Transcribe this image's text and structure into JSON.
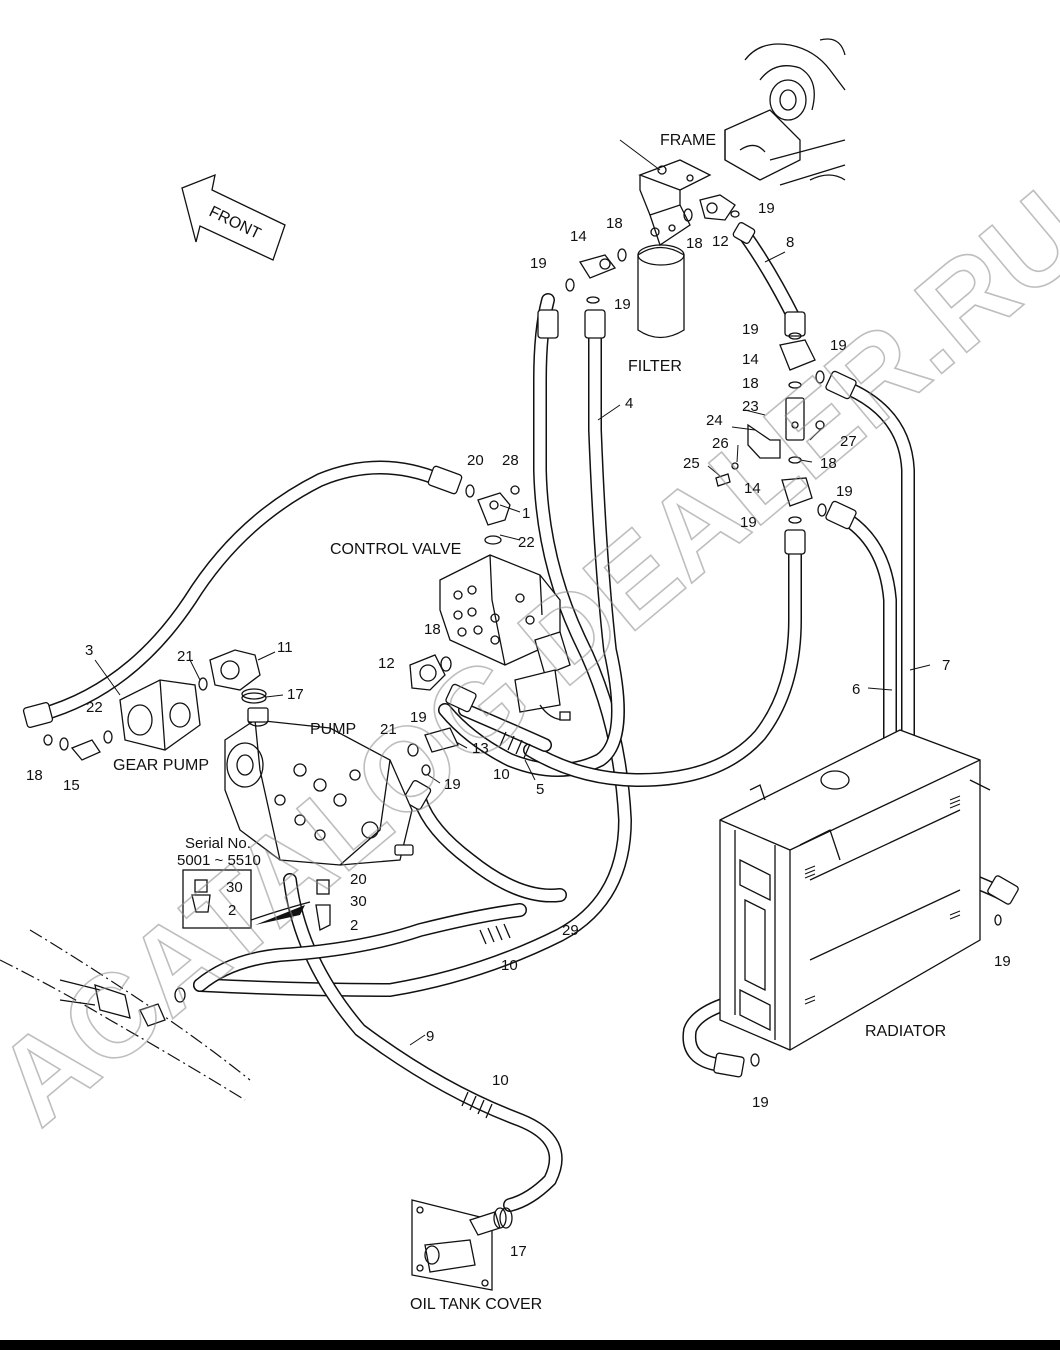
{
  "labels": {
    "frame": "FRAME",
    "front": "FRONT",
    "filter": "FILTER",
    "control_valve": "CONTROL VALVE",
    "gear_pump": "GEAR PUMP",
    "pump": "PUMP",
    "radiator": "RADIATOR",
    "oil_tank_cover": "OIL TANK COVER",
    "serial_line1": "Serial No.",
    "serial_line2": "5001 ~ 5510"
  },
  "watermark": "ACATALOG DEALER.RU",
  "callouts": [
    {
      "id": "c1",
      "text": "1"
    },
    {
      "id": "c2",
      "text": "2"
    },
    {
      "id": "c2b",
      "text": "2"
    },
    {
      "id": "c3",
      "text": "3"
    },
    {
      "id": "c4",
      "text": "4"
    },
    {
      "id": "c5",
      "text": "5"
    },
    {
      "id": "c6",
      "text": "6"
    },
    {
      "id": "c7",
      "text": "7"
    },
    {
      "id": "c8",
      "text": "8"
    },
    {
      "id": "c9",
      "text": "9"
    },
    {
      "id": "c10a",
      "text": "10"
    },
    {
      "id": "c10b",
      "text": "10"
    },
    {
      "id": "c10c",
      "text": "10"
    },
    {
      "id": "c11",
      "text": "11"
    },
    {
      "id": "c12a",
      "text": "12"
    },
    {
      "id": "c12b",
      "text": "12"
    },
    {
      "id": "c13",
      "text": "13"
    },
    {
      "id": "c14a",
      "text": "14"
    },
    {
      "id": "c14b",
      "text": "14"
    },
    {
      "id": "c14c",
      "text": "14"
    },
    {
      "id": "c15",
      "text": "15"
    },
    {
      "id": "c17a",
      "text": "17"
    },
    {
      "id": "c17b",
      "text": "17"
    },
    {
      "id": "c18a",
      "text": "18"
    },
    {
      "id": "c18b",
      "text": "18"
    },
    {
      "id": "c18c",
      "text": "18"
    },
    {
      "id": "c18d",
      "text": "18"
    },
    {
      "id": "c18e",
      "text": "18"
    },
    {
      "id": "c18f",
      "text": "18"
    },
    {
      "id": "c19a",
      "text": "19"
    },
    {
      "id": "c19b",
      "text": "19"
    },
    {
      "id": "c19c",
      "text": "19"
    },
    {
      "id": "c19d",
      "text": "19"
    },
    {
      "id": "c19e",
      "text": "19"
    },
    {
      "id": "c19f",
      "text": "19"
    },
    {
      "id": "c19g",
      "text": "19"
    },
    {
      "id": "c19h",
      "text": "19"
    },
    {
      "id": "c19i",
      "text": "19"
    },
    {
      "id": "c19j",
      "text": "19"
    },
    {
      "id": "c19k",
      "text": "19"
    },
    {
      "id": "c20a",
      "text": "20"
    },
    {
      "id": "c20b",
      "text": "20"
    },
    {
      "id": "c21a",
      "text": "21"
    },
    {
      "id": "c21b",
      "text": "21"
    },
    {
      "id": "c22a",
      "text": "22"
    },
    {
      "id": "c22b",
      "text": "22"
    },
    {
      "id": "c23",
      "text": "23"
    },
    {
      "id": "c24",
      "text": "24"
    },
    {
      "id": "c25",
      "text": "25"
    },
    {
      "id": "c26",
      "text": "26"
    },
    {
      "id": "c27",
      "text": "27"
    },
    {
      "id": "c28",
      "text": "28"
    },
    {
      "id": "c29",
      "text": "29"
    },
    {
      "id": "c30a",
      "text": "30"
    },
    {
      "id": "c30b",
      "text": "30"
    }
  ]
}
